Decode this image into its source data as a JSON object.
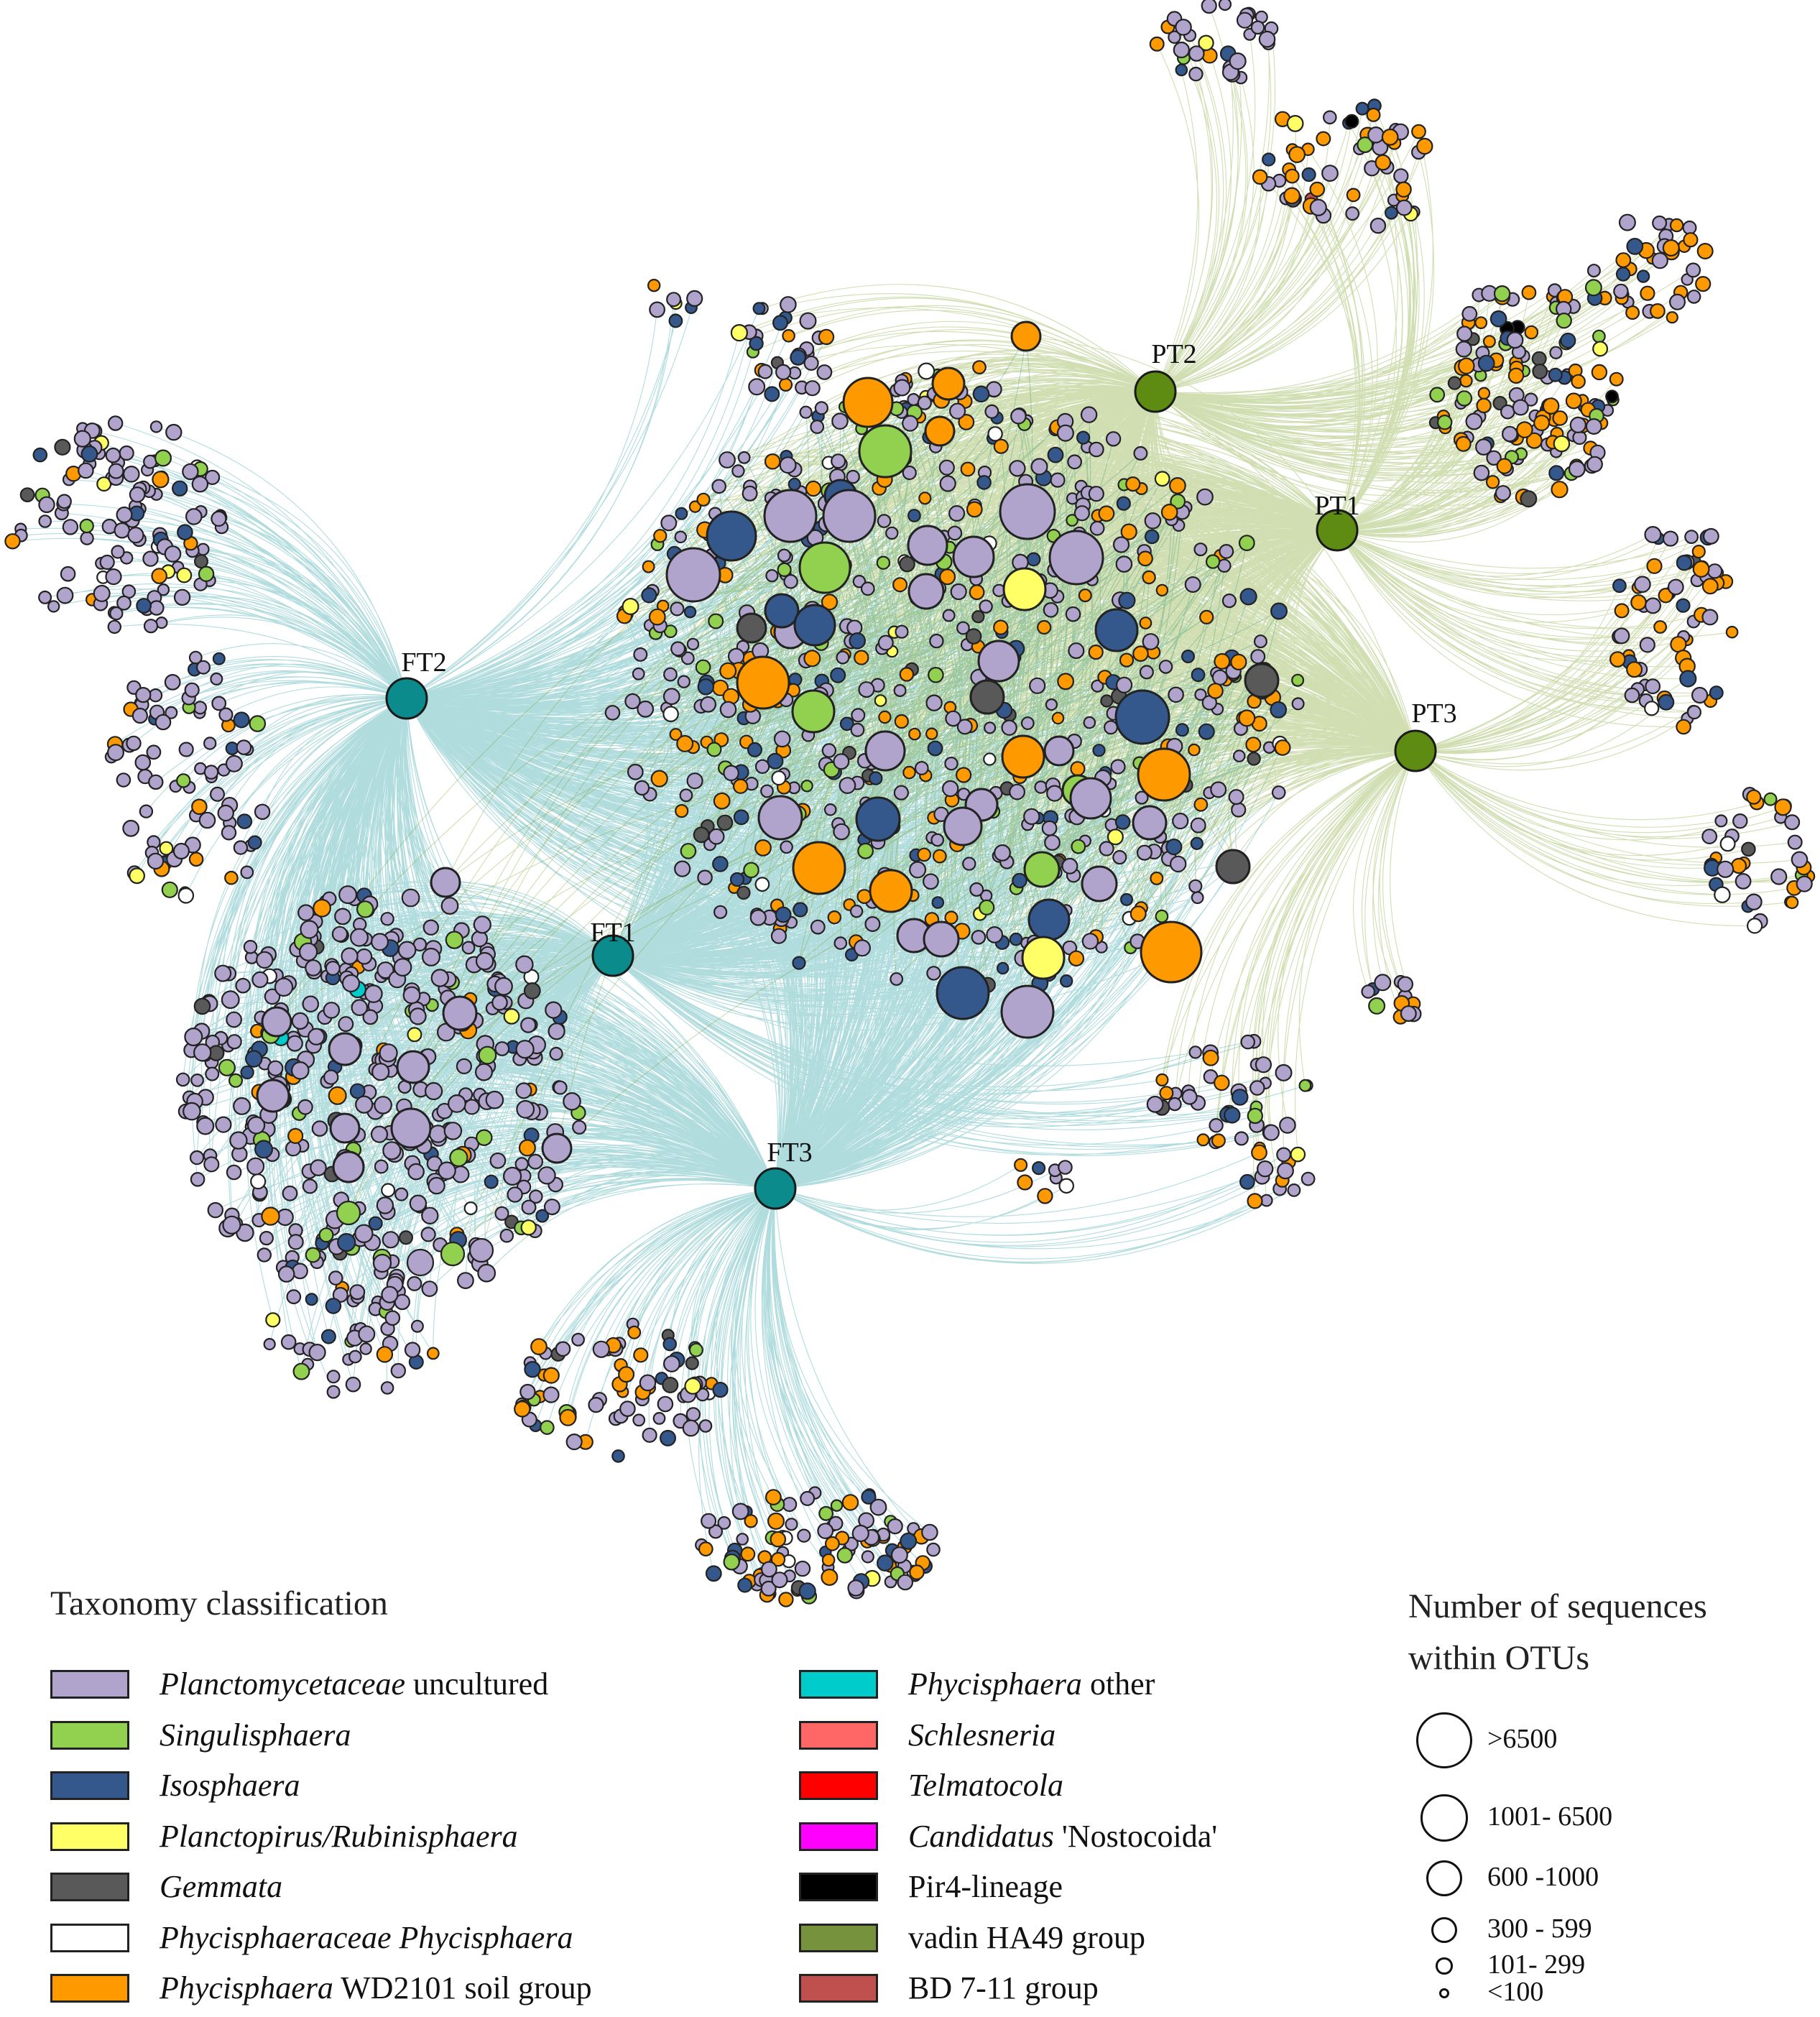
{
  "hubs": [
    {
      "id": "FT1",
      "label": "FT1",
      "group": "FT"
    },
    {
      "id": "FT2",
      "label": "FT2",
      "group": "FT"
    },
    {
      "id": "FT3",
      "label": "FT3",
      "group": "FT"
    },
    {
      "id": "PT1",
      "label": "PT1",
      "group": "PT"
    },
    {
      "id": "PT2",
      "label": "PT2",
      "group": "PT"
    },
    {
      "id": "PT3",
      "label": "PT3",
      "group": "PT"
    }
  ],
  "edge_colors": {
    "FT": "#11959a",
    "PT": "#6f9a15"
  },
  "hub_colors": {
    "FT": "#0b8b8b",
    "PT": "#5e8c12"
  },
  "taxonomy_legend": {
    "title": "Taxonomy classification",
    "items": [
      {
        "key": "planctomycetaceae",
        "parts": [
          {
            "text": "Planctomycetaceae",
            "italic": true
          },
          {
            "text": " uncultured",
            "italic": false
          }
        ],
        "color": "#b1a4cc"
      },
      {
        "key": "singulisphaera",
        "parts": [
          {
            "text": "Singulisphaera",
            "italic": true
          }
        ],
        "color": "#92d050"
      },
      {
        "key": "isosphaera",
        "parts": [
          {
            "text": "Isosphaera",
            "italic": true
          }
        ],
        "color": "#35588c"
      },
      {
        "key": "planctopirus",
        "parts": [
          {
            "text": "Planctopirus/Rubinisphaera",
            "italic": true
          }
        ],
        "color": "#ffff66"
      },
      {
        "key": "gemmata",
        "parts": [
          {
            "text": "Gemmata",
            "italic": true
          }
        ],
        "color": "#595959"
      },
      {
        "key": "phycisphaeraceae",
        "parts": [
          {
            "text": "Phycisphaeraceae Phycisphaera",
            "italic": true
          }
        ],
        "color": "#ffffff"
      },
      {
        "key": "wd2101",
        "parts": [
          {
            "text": "Phycisphaera",
            "italic": true
          },
          {
            "text": " WD2101 soil group",
            "italic": false
          }
        ],
        "color": "#ff9900"
      },
      {
        "key": "phycisphaera_other",
        "parts": [
          {
            "text": "Phycisphaera",
            "italic": true
          },
          {
            "text": " other",
            "italic": false
          }
        ],
        "color": "#00cccc"
      },
      {
        "key": "schlesneria",
        "parts": [
          {
            "text": "Schlesneria",
            "italic": true
          }
        ],
        "color": "#ff6666"
      },
      {
        "key": "telmatocola",
        "parts": [
          {
            "text": "Telmatocola",
            "italic": true
          }
        ],
        "color": "#ff0000"
      },
      {
        "key": "nostocoida",
        "parts": [
          {
            "text": "Candidatus",
            "italic": true
          },
          {
            "text": " 'Nostocoida'",
            "italic": false
          }
        ],
        "color": "#ff00ff"
      },
      {
        "key": "pir4",
        "parts": [
          {
            "text": "Pir4-lineage",
            "italic": false
          }
        ],
        "color": "#000000"
      },
      {
        "key": "vadin",
        "parts": [
          {
            "text": "vadin HA49 group",
            "italic": false
          }
        ],
        "color": "#76923c"
      },
      {
        "key": "bd711",
        "parts": [
          {
            "text": "BD 7-11 group",
            "italic": false
          }
        ],
        "color": "#c0504d"
      }
    ]
  },
  "size_legend": {
    "title": "Number of sequences within OTUs",
    "items": [
      {
        "label": ">6500",
        "scale": 1.0
      },
      {
        "label": "1001- 6500",
        "scale": 0.84
      },
      {
        "label": "600 -1000",
        "scale": 0.64
      },
      {
        "label": "300 - 599",
        "scale": 0.47
      },
      {
        "label": "101- 299",
        "scale": 0.3
      },
      {
        "label": "<100",
        "scale": 0.18
      }
    ]
  }
}
